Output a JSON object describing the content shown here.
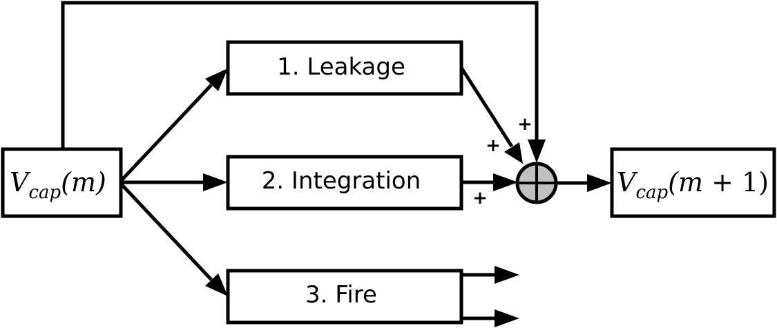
{
  "diagram": {
    "input_node": {
      "symbol": "V",
      "subscript": "cap",
      "argument": "(m)"
    },
    "output_node": {
      "symbol": "V",
      "subscript": "cap",
      "argument_open": "(m",
      "argument_plus": " + ",
      "argument_close": "1)"
    },
    "stages": [
      {
        "label": "1. Leakage"
      },
      {
        "label": "2. Integration"
      },
      {
        "label": "3. Fire"
      }
    ],
    "summing_junction": {
      "fill_color": "#c0c0c0",
      "inputs": [
        {
          "sign": "+"
        },
        {
          "sign": "+"
        },
        {
          "sign": "+"
        }
      ]
    }
  }
}
